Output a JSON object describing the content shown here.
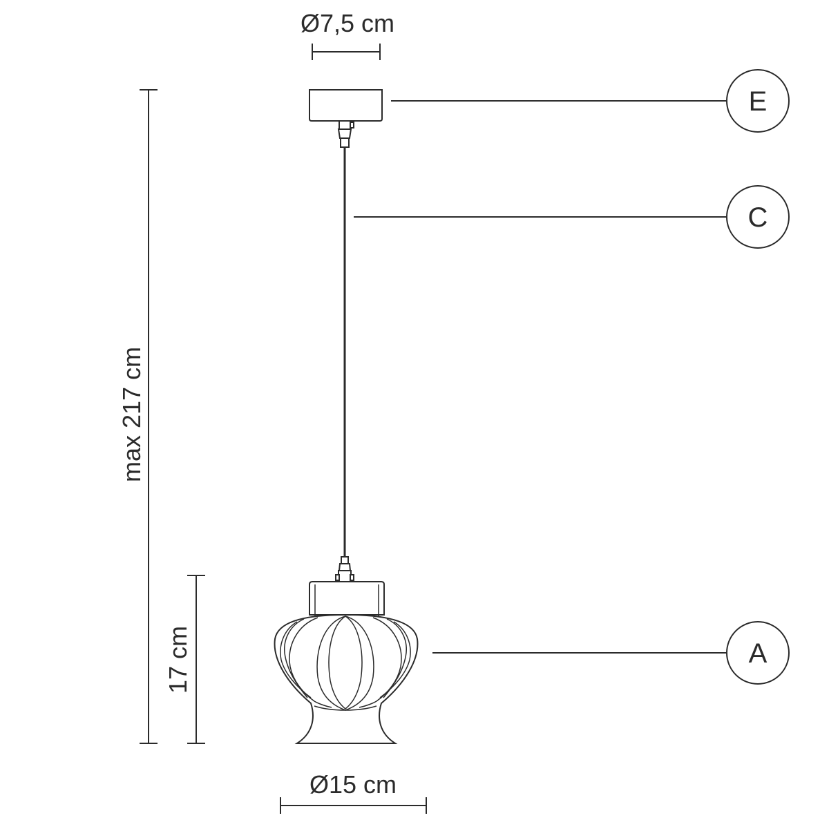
{
  "dimensions": {
    "canopy_diameter": "Ø7,5 cm",
    "shade_diameter": "Ø15 cm",
    "max_height": "max 217 cm",
    "shade_height": "17 cm"
  },
  "callouts": [
    {
      "id": "E"
    },
    {
      "id": "C"
    },
    {
      "id": "A"
    }
  ],
  "colors": {
    "stroke": "#2b2b2b",
    "background": "#ffffff"
  }
}
